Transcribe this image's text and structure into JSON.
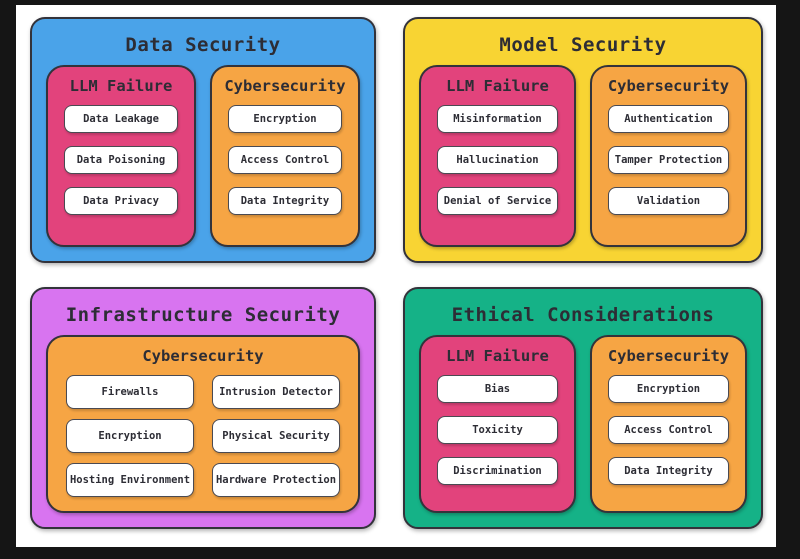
{
  "palette": {
    "background": "#151515",
    "surface": "#ffffff",
    "outline": "#33333b",
    "ink": "#2d2d35",
    "blue": "#4aa3e9",
    "yellow": "#f8d433",
    "purple": "#d874f0",
    "green": "#15b287",
    "pink": "#e2437c",
    "orange": "#f6a544"
  },
  "quadrants": [
    {
      "title": "Data Security",
      "color": "#4aa3e9",
      "cards": [
        {
          "title": "LLM Failure",
          "color": "#e2437c",
          "items": [
            "Data Leakage",
            "Data Poisoning",
            "Data Privacy"
          ]
        },
        {
          "title": "Cybersecurity",
          "color": "#f6a544",
          "items": [
            "Encryption",
            "Access Control",
            "Data Integrity"
          ]
        }
      ]
    },
    {
      "title": "Model Security",
      "color": "#f8d433",
      "cards": [
        {
          "title": "LLM Failure",
          "color": "#e2437c",
          "items": [
            "Misinformation",
            "Hallucination",
            "Denial of Service"
          ]
        },
        {
          "title": "Cybersecurity",
          "color": "#f6a544",
          "items": [
            "Authentication",
            "Tamper Protection",
            "Validation"
          ]
        }
      ]
    },
    {
      "title": "Infrastructure Security",
      "color": "#d874f0",
      "cards": [
        {
          "title": "Cybersecurity",
          "color": "#f6a544",
          "layout": "two-column",
          "items": [
            "Firewalls",
            "Intrusion Detector",
            "Encryption",
            "Physical Security",
            "Hosting Environment",
            "Hardware Protection"
          ]
        }
      ]
    },
    {
      "title": "Ethical Considerations",
      "color": "#15b287",
      "cards": [
        {
          "title": "LLM Failure",
          "color": "#e2437c",
          "items": [
            "Bias",
            "Toxicity",
            "Discrimination"
          ]
        },
        {
          "title": "Cybersecurity",
          "color": "#f6a544",
          "items": [
            "Encryption",
            "Access Control",
            "Data Integrity"
          ]
        }
      ]
    }
  ]
}
